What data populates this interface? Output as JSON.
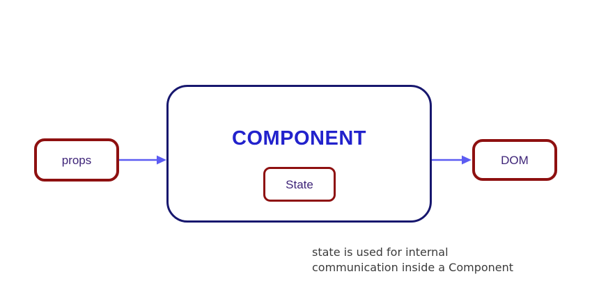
{
  "diagram": {
    "component_box": {
      "label": "COMPONENT"
    },
    "state_box": {
      "label": "State"
    },
    "props_box": {
      "label": "props"
    },
    "dom_box": {
      "label": "DOM"
    },
    "arrows": [
      {
        "name": "props-to-component",
        "direction": "right"
      },
      {
        "name": "component-to-dom",
        "direction": "right"
      }
    ],
    "caption": {
      "line1": "state is used for internal",
      "line2": "communication inside a Component"
    },
    "colors": {
      "background": "#FFFFFF",
      "box_border_red": "#8E1010",
      "component_border_navy": "#17176E",
      "component_text_blue": "#2222CC",
      "label_text_purple": "#3E2478",
      "arrow_blue": "#5C5CF2",
      "caption_gray": "#3B3B3B"
    }
  }
}
